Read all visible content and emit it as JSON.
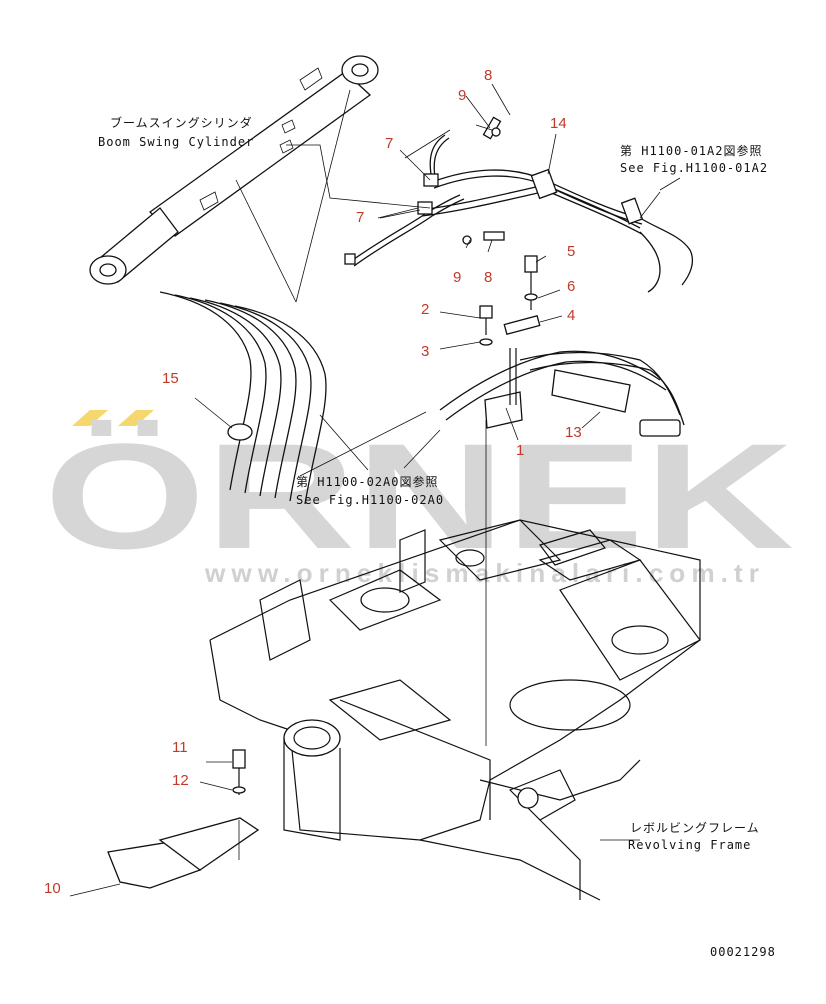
{
  "watermark": {
    "brand": "ÖRNEK",
    "url": "www.orneklismakinalari.com.tr",
    "accent_color": "#f5d76e"
  },
  "labels": {
    "boom_cylinder_jp": "ブームスイングシリンダ",
    "boom_cylinder_en": "Boom Swing Cylinder",
    "ref_a2_jp": "第 H1100-01A2図参照",
    "ref_a2_en": "See Fig.H1100-01A2",
    "ref_a0_jp": "第 H1100-02A0図参照",
    "ref_a0_en": "See Fig.H1100-02A0",
    "frame_jp": "レボルビングフレーム",
    "frame_en": "Revolving Frame",
    "drawing_no": "00021298"
  },
  "callouts": {
    "c1": "1",
    "c2": "2",
    "c3": "3",
    "c4": "4",
    "c5": "5",
    "c6": "6",
    "c7a": "7",
    "c7b": "7",
    "c8a": "8",
    "c8b": "8",
    "c9a": "9",
    "c9b": "9",
    "c10": "10",
    "c11": "11",
    "c12": "12",
    "c13": "13",
    "c14": "14",
    "c15": "15"
  },
  "colors": {
    "callout": "#c0392b",
    "line": "#111111"
  }
}
